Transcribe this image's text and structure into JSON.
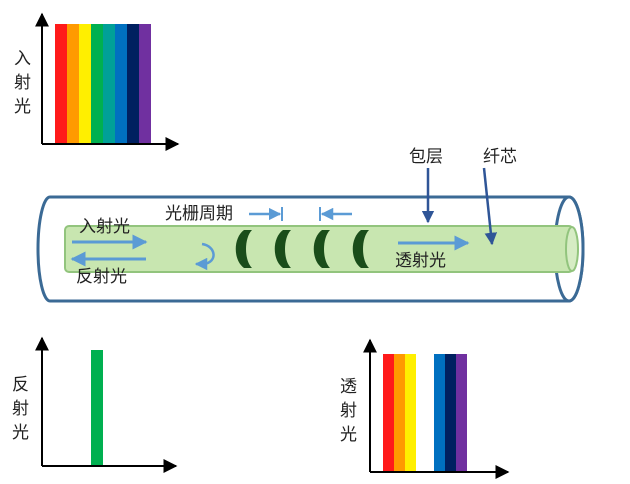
{
  "charts": {
    "incident": {
      "label_chars": [
        "入",
        "射",
        "光"
      ]
    },
    "reflected": {
      "label_chars": [
        "反",
        "射",
        "光"
      ]
    },
    "transmitted": {
      "label_chars": [
        "透",
        "射",
        "光"
      ]
    }
  },
  "fiber": {
    "labels": {
      "incident": "入射光",
      "reflected": "反射光",
      "grating_period": "光栅周期",
      "transmitted": "透射光",
      "cladding": "包层",
      "core": "纤芯"
    }
  },
  "colors": {
    "red": "#ff1a1a",
    "orange": "#ff9a00",
    "yellow": "#ffef00",
    "green": "#00b050",
    "teal": "#00a098",
    "blue": "#0070c0",
    "navy": "#002060",
    "purple": "#7030a0",
    "arrow_blue": "#5b9bd5",
    "dark_blue": "#2f5597",
    "core_fill": "#c8e6b0",
    "core_stroke": "#92c47d",
    "grating": "#1a4d1a"
  },
  "chart_data": [
    {
      "type": "bar",
      "categories": [
        "red",
        "orange",
        "yellow",
        "green",
        "teal",
        "blue",
        "navy",
        "purple"
      ],
      "values": [
        1,
        1,
        1,
        1,
        1,
        1,
        1,
        1
      ],
      "xlabel": "",
      "ylabel": "入射光"
    },
    {
      "type": "bar",
      "categories": [
        "green"
      ],
      "values": [
        1
      ],
      "xlabel": "",
      "ylabel": "反射光"
    },
    {
      "type": "bar",
      "categories": [
        "red",
        "orange",
        "yellow",
        "blue",
        "navy",
        "purple"
      ],
      "values": [
        1,
        1,
        1,
        1,
        1,
        1
      ],
      "xlabel": "",
      "ylabel": "透射光"
    }
  ]
}
